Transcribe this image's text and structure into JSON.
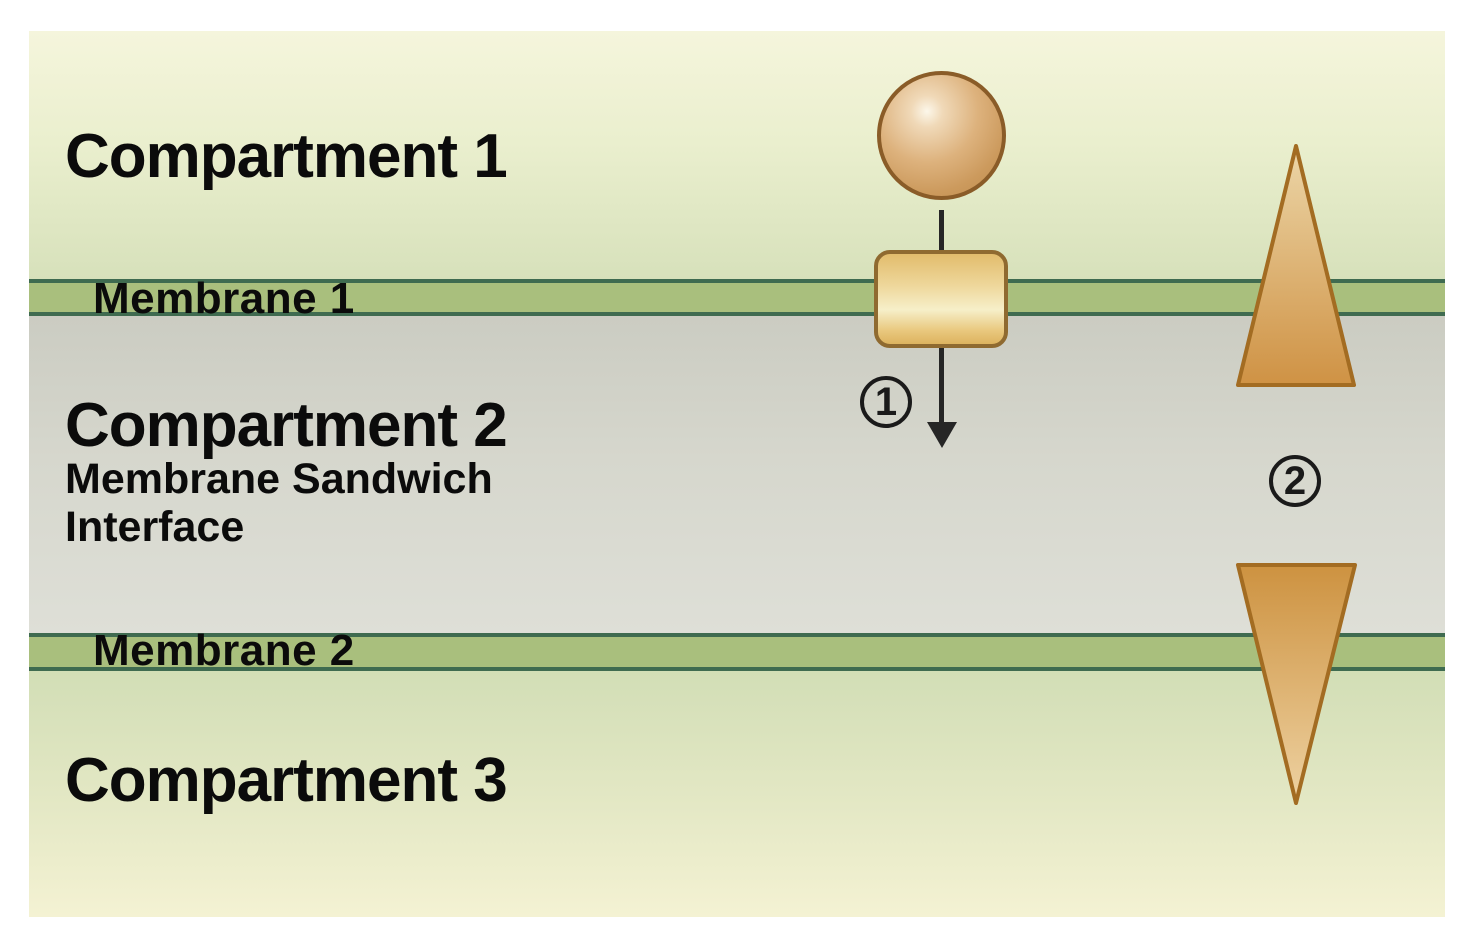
{
  "diagram": {
    "compartment1": {
      "label": "Compartment 1"
    },
    "membrane1": {
      "label": "Membrane 1"
    },
    "compartment2": {
      "label": "Compartment 2",
      "subtitle": [
        "Membrane Sandwich",
        "Interface"
      ]
    },
    "membrane2": {
      "label": "Membrane 2"
    },
    "compartment3": {
      "label": "Compartment 3"
    },
    "steps": [
      {
        "number": "1"
      },
      {
        "number": "2"
      }
    ],
    "icons": {
      "sphere": "substrate-sphere-icon",
      "transporter": "membrane-transporter-icon",
      "arrow": "downward-transport-arrow-icon",
      "triangle_up": "concentration-gradient-up-triangle-icon",
      "triangle_down": "concentration-gradient-down-triangle-icon"
    },
    "colors": {
      "compartment1_top": "#f5f5dc",
      "compartment1_bottom": "#d7e1bb",
      "membrane_fill": "#a9bf7d",
      "membrane_border": "#3f6b50",
      "compartment2_top": "#cbccc2",
      "compartment2_bottom": "#dedfd7",
      "compartment3_top": "#d2deb6",
      "compartment3_bottom": "#f4f2d3",
      "shape_fill_tan": "#d9a96e",
      "shape_border_brown": "#8a5c28",
      "transporter_fill": "#f6efc9",
      "transporter_border": "#8f6a30",
      "triangle_fill_dark": "#cf9244",
      "triangle_fill_light": "#ecd6a8",
      "triangle_border": "#a36c22",
      "arrow_color": "#262626",
      "text_color": "#0b0b0b",
      "page_background": "#ffffff"
    }
  }
}
